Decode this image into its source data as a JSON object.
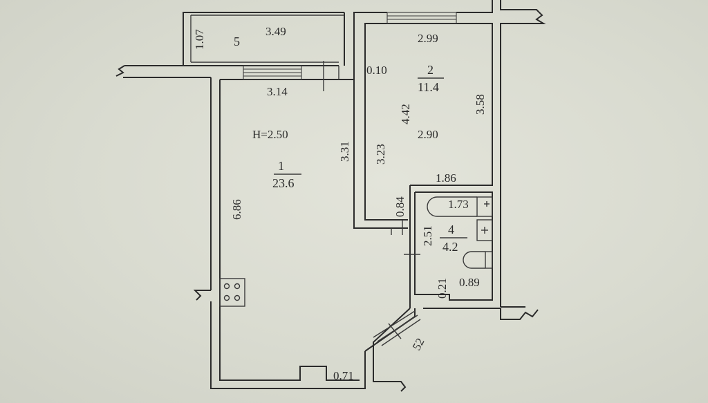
{
  "ceiling_height": "H=2.50",
  "rooms": [
    {
      "number": "1",
      "area": "23.6"
    },
    {
      "number": "2",
      "area": "11.4"
    },
    {
      "number": "4",
      "area": "4.2"
    },
    {
      "number": "5"
    }
  ],
  "dimensions": {
    "balcony_width": "1.07",
    "balcony_length": "3.49",
    "room1_top": "3.14",
    "room1_right": "3.31",
    "room1_left": "6.86",
    "room1_bottom": "0.71",
    "room2_top": "2.99",
    "room2_offset": "0.10",
    "room2_left_upper": "4.42",
    "room2_left_lower": "3.23",
    "room2_right": "3.58",
    "room2_inner": "2.90",
    "room2_bottom": "1.86",
    "corridor_wall": "0.84",
    "bath_length": "1.73",
    "bath_side": "2.51",
    "bath_corner": "0.21",
    "bath_bottom": "0.89",
    "doorway": "52"
  }
}
